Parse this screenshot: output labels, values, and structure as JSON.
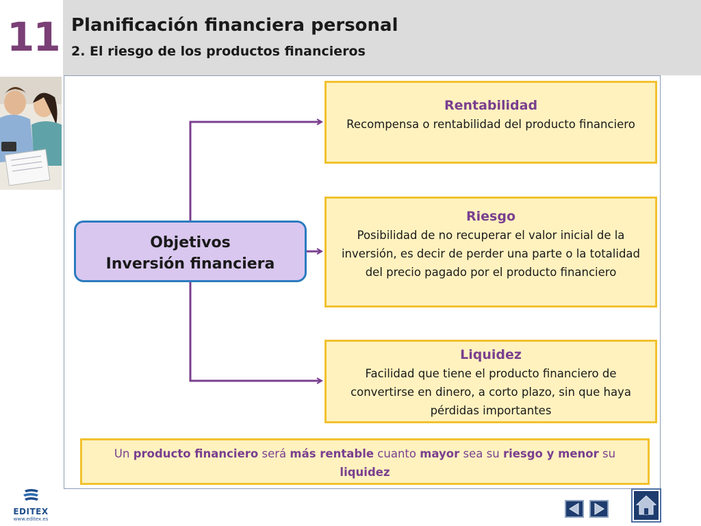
{
  "header": {
    "chapter_number": "11",
    "title": "Planificación financiera personal",
    "subtitle": "2. El riesgo de los productos financieros"
  },
  "diagram": {
    "root": {
      "line1": "Objetivos",
      "line2": "Inversión financiera"
    },
    "nodes": [
      {
        "title": "Rentabilidad",
        "text": "Recompensa o rentabilidad del producto financiero"
      },
      {
        "title": "Riesgo",
        "text": "Posibilidad de no recuperar el valor inicial de la inversión, es decir de perder una parte o la totalidad del precio pagado por el producto financiero"
      },
      {
        "title": "Liquidez",
        "text": "Facilidad que tiene el producto financiero de convertirse en dinero, a corto plazo, sin que haya pérdidas importantes"
      }
    ],
    "conclusion": {
      "p1": "Un ",
      "b1": "producto financiero",
      "p2": " será ",
      "b2": "más rentable",
      "p3": " cuanto ",
      "b3": "mayor",
      "p4": " sea su ",
      "b4": "riesgo y menor",
      "p5": " su ",
      "b5": "liquidez"
    }
  },
  "footer": {
    "logo_text": "EDITEX",
    "logo_url": "www.editex.es"
  },
  "colors": {
    "accent_purple": "#7a3f8f",
    "box_fill": "#fff2bf",
    "box_border": "#f2c12e",
    "root_fill": "#d9c7ef",
    "root_border": "#2b7bbf"
  },
  "icons": {
    "prev": "triangle-left-icon",
    "next": "triangle-right-icon",
    "home": "house-icon"
  }
}
